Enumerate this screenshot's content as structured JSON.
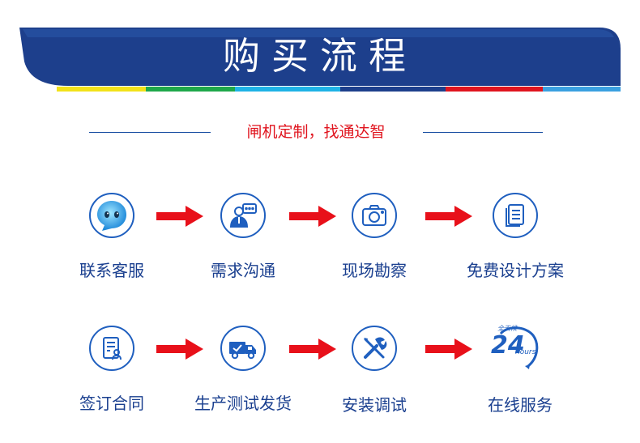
{
  "banner": {
    "title": "购买流程"
  },
  "subtitle": "闸机定制，找通达智",
  "colors": {
    "banner_blue": "#1d3f8c",
    "accent_red": "#e0141e",
    "icon_ring": "#1f5fbf",
    "label_blue": "#1a3f8f",
    "stripe": [
      "#f2e21a",
      "#1fa84a",
      "#1fb3e6",
      "#1d3f8c",
      "#e0141e",
      "#3aa0e0"
    ]
  },
  "steps_row1": [
    {
      "label": "联系客服",
      "icon": "chat-bubble-face-icon"
    },
    {
      "label": "需求沟通",
      "icon": "consultant-icon"
    },
    {
      "label": "现场勘察",
      "icon": "camera-icon"
    },
    {
      "label": "免费设计方案",
      "icon": "document-icon"
    }
  ],
  "steps_row2": [
    {
      "label": "签订合同",
      "icon": "contract-icon"
    },
    {
      "label": "生产测试发货",
      "icon": "delivery-truck-icon"
    },
    {
      "label": "安装调试",
      "icon": "tools-icon"
    },
    {
      "label": "在线服务",
      "icon": "24-hours-icon"
    }
  ],
  "badge_24": {
    "number": "24",
    "text": "hours",
    "top": "全天候"
  }
}
